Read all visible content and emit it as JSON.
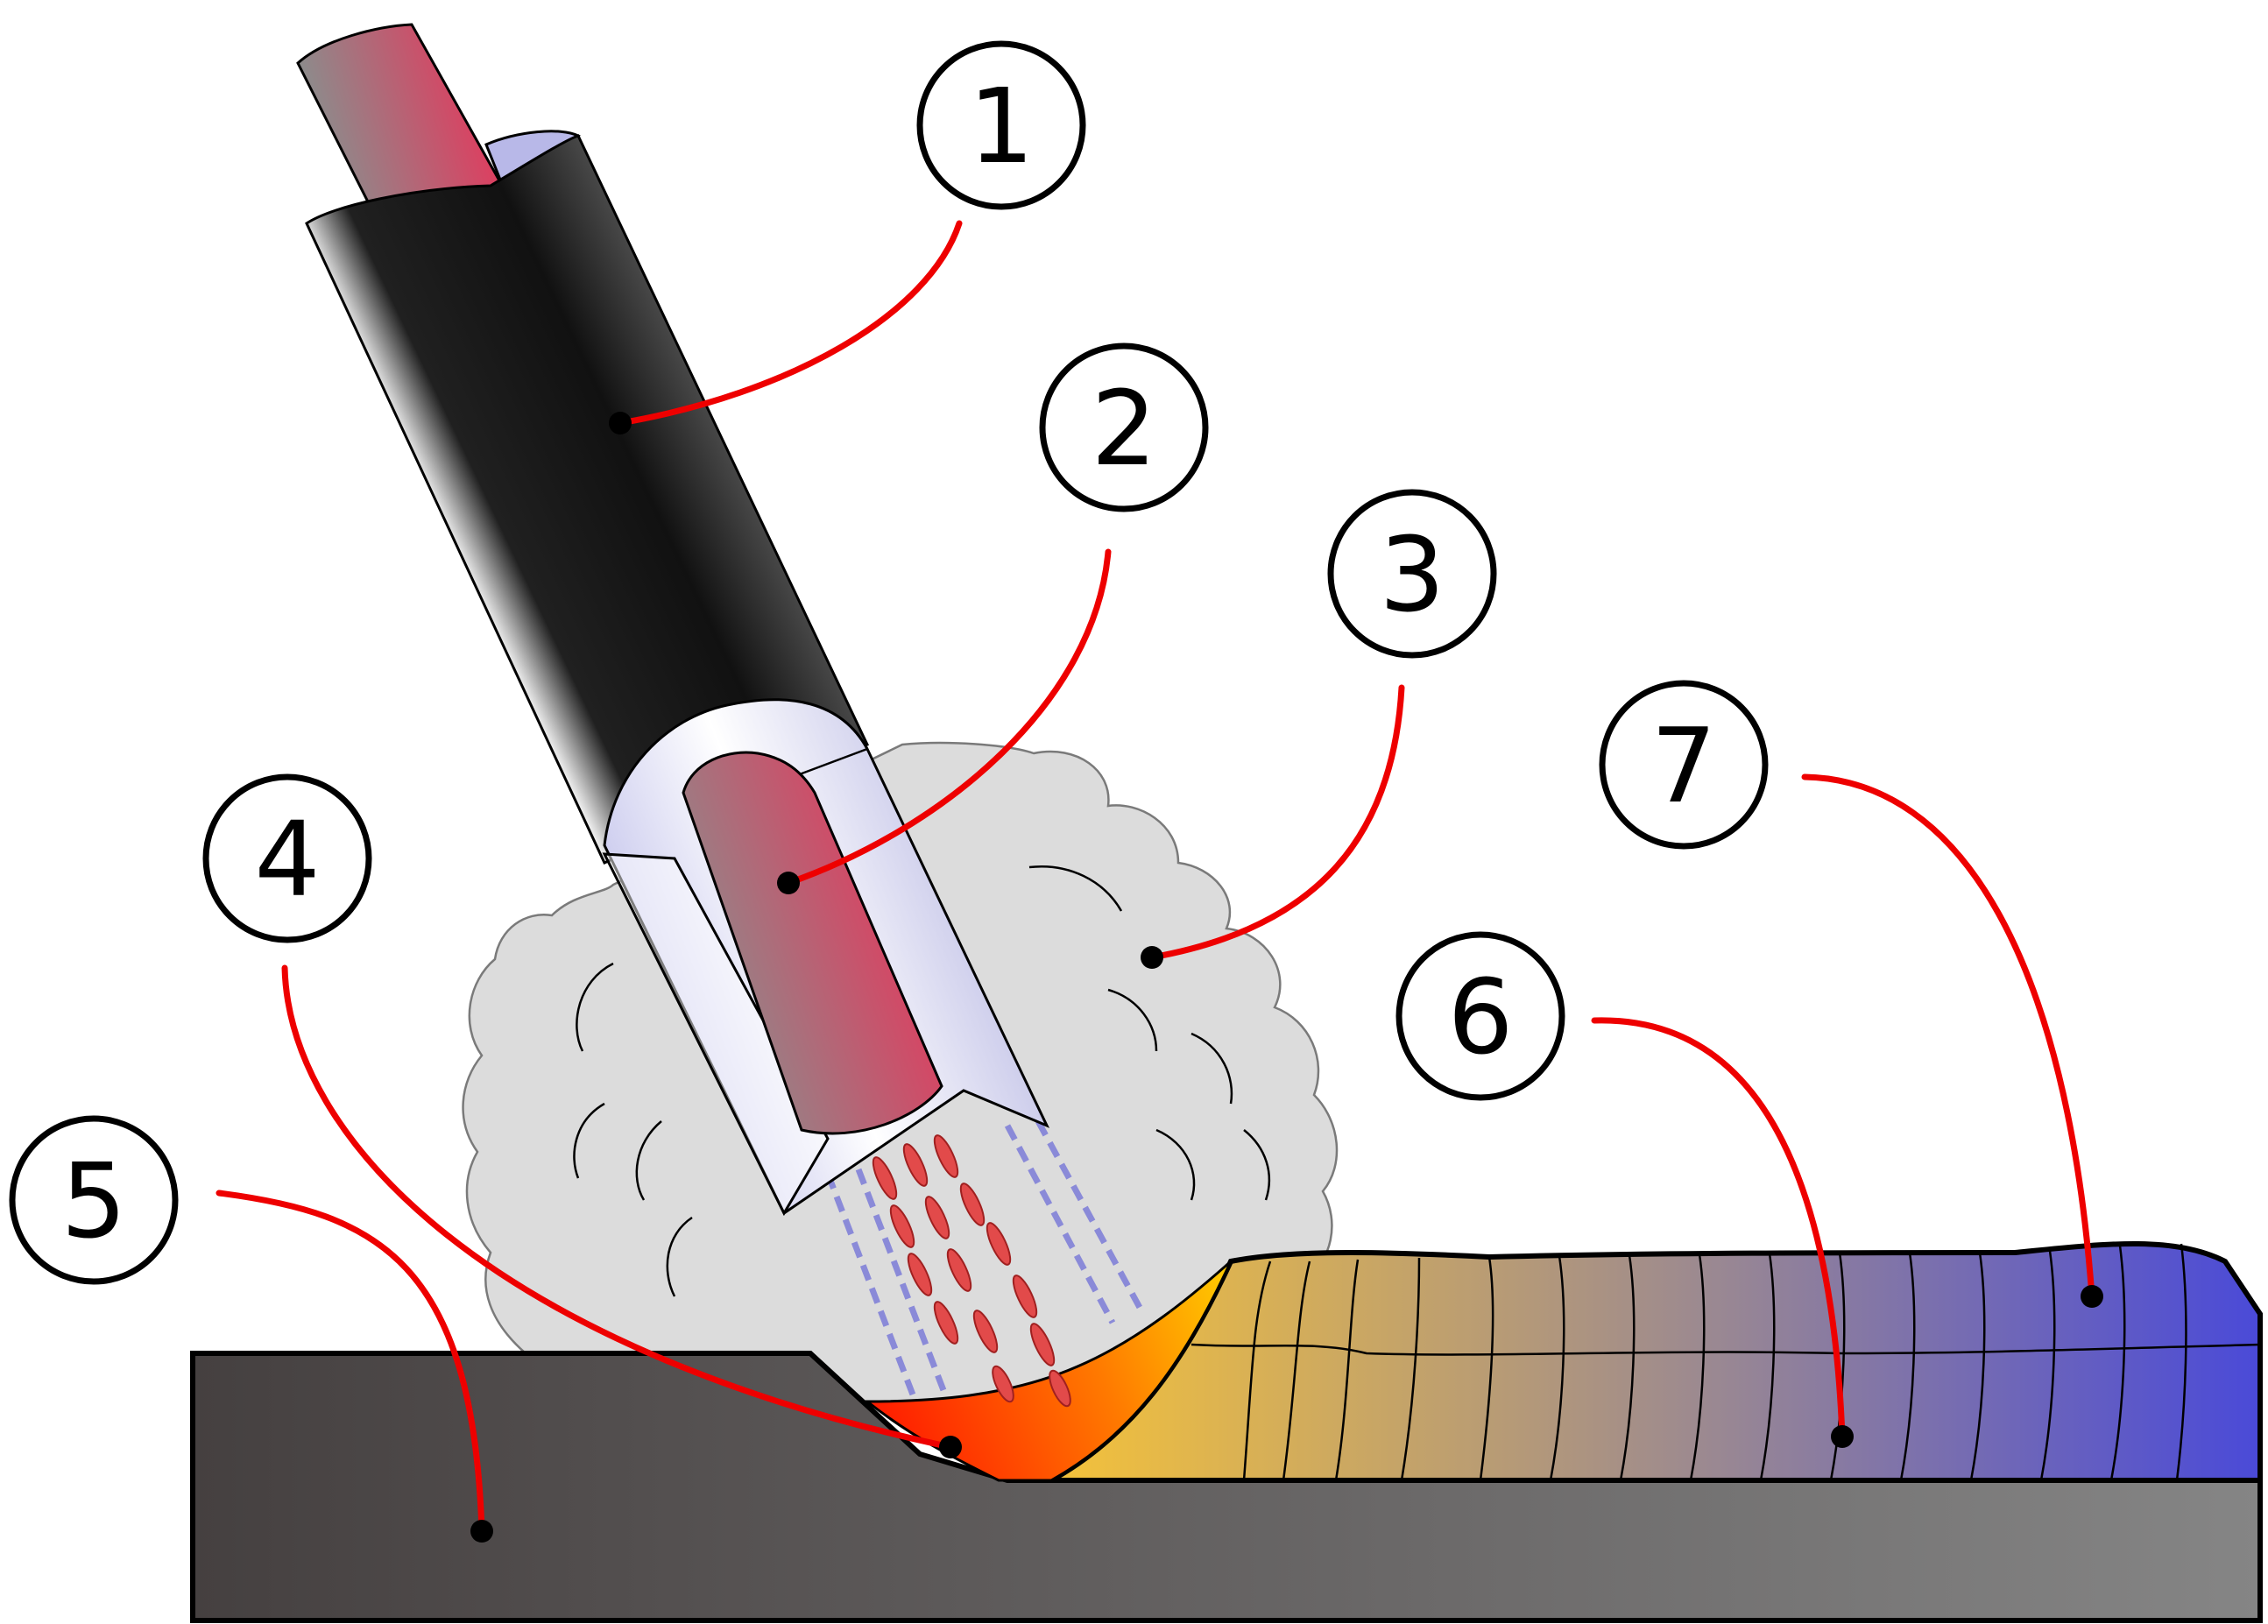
{
  "diagram": {
    "callouts": [
      {
        "id": "1",
        "label": "1"
      },
      {
        "id": "2",
        "label": "2"
      },
      {
        "id": "3",
        "label": "3"
      },
      {
        "id": "4",
        "label": "4"
      },
      {
        "id": "5",
        "label": "5"
      },
      {
        "id": "6",
        "label": "6"
      },
      {
        "id": "7",
        "label": "7"
      }
    ],
    "colors": {
      "leader": "#ee0000",
      "tube_dark": "#151515",
      "tube_light": "#ffffff",
      "nozzle": "#c8c8ee",
      "wire_grey": "#8c8c8c",
      "wire_red": "#e03a58",
      "gas_cloud": "#dcdcdc",
      "droplet": "#e24a4a",
      "shield_dash": "#8a8ad8",
      "pool_hot": "#ff1e00",
      "pool_warm": "#ffb000",
      "bead_start": "#f4c23a",
      "bead_end": "#4a4ad8",
      "base_left": "#454040",
      "base_right": "#858585"
    }
  }
}
